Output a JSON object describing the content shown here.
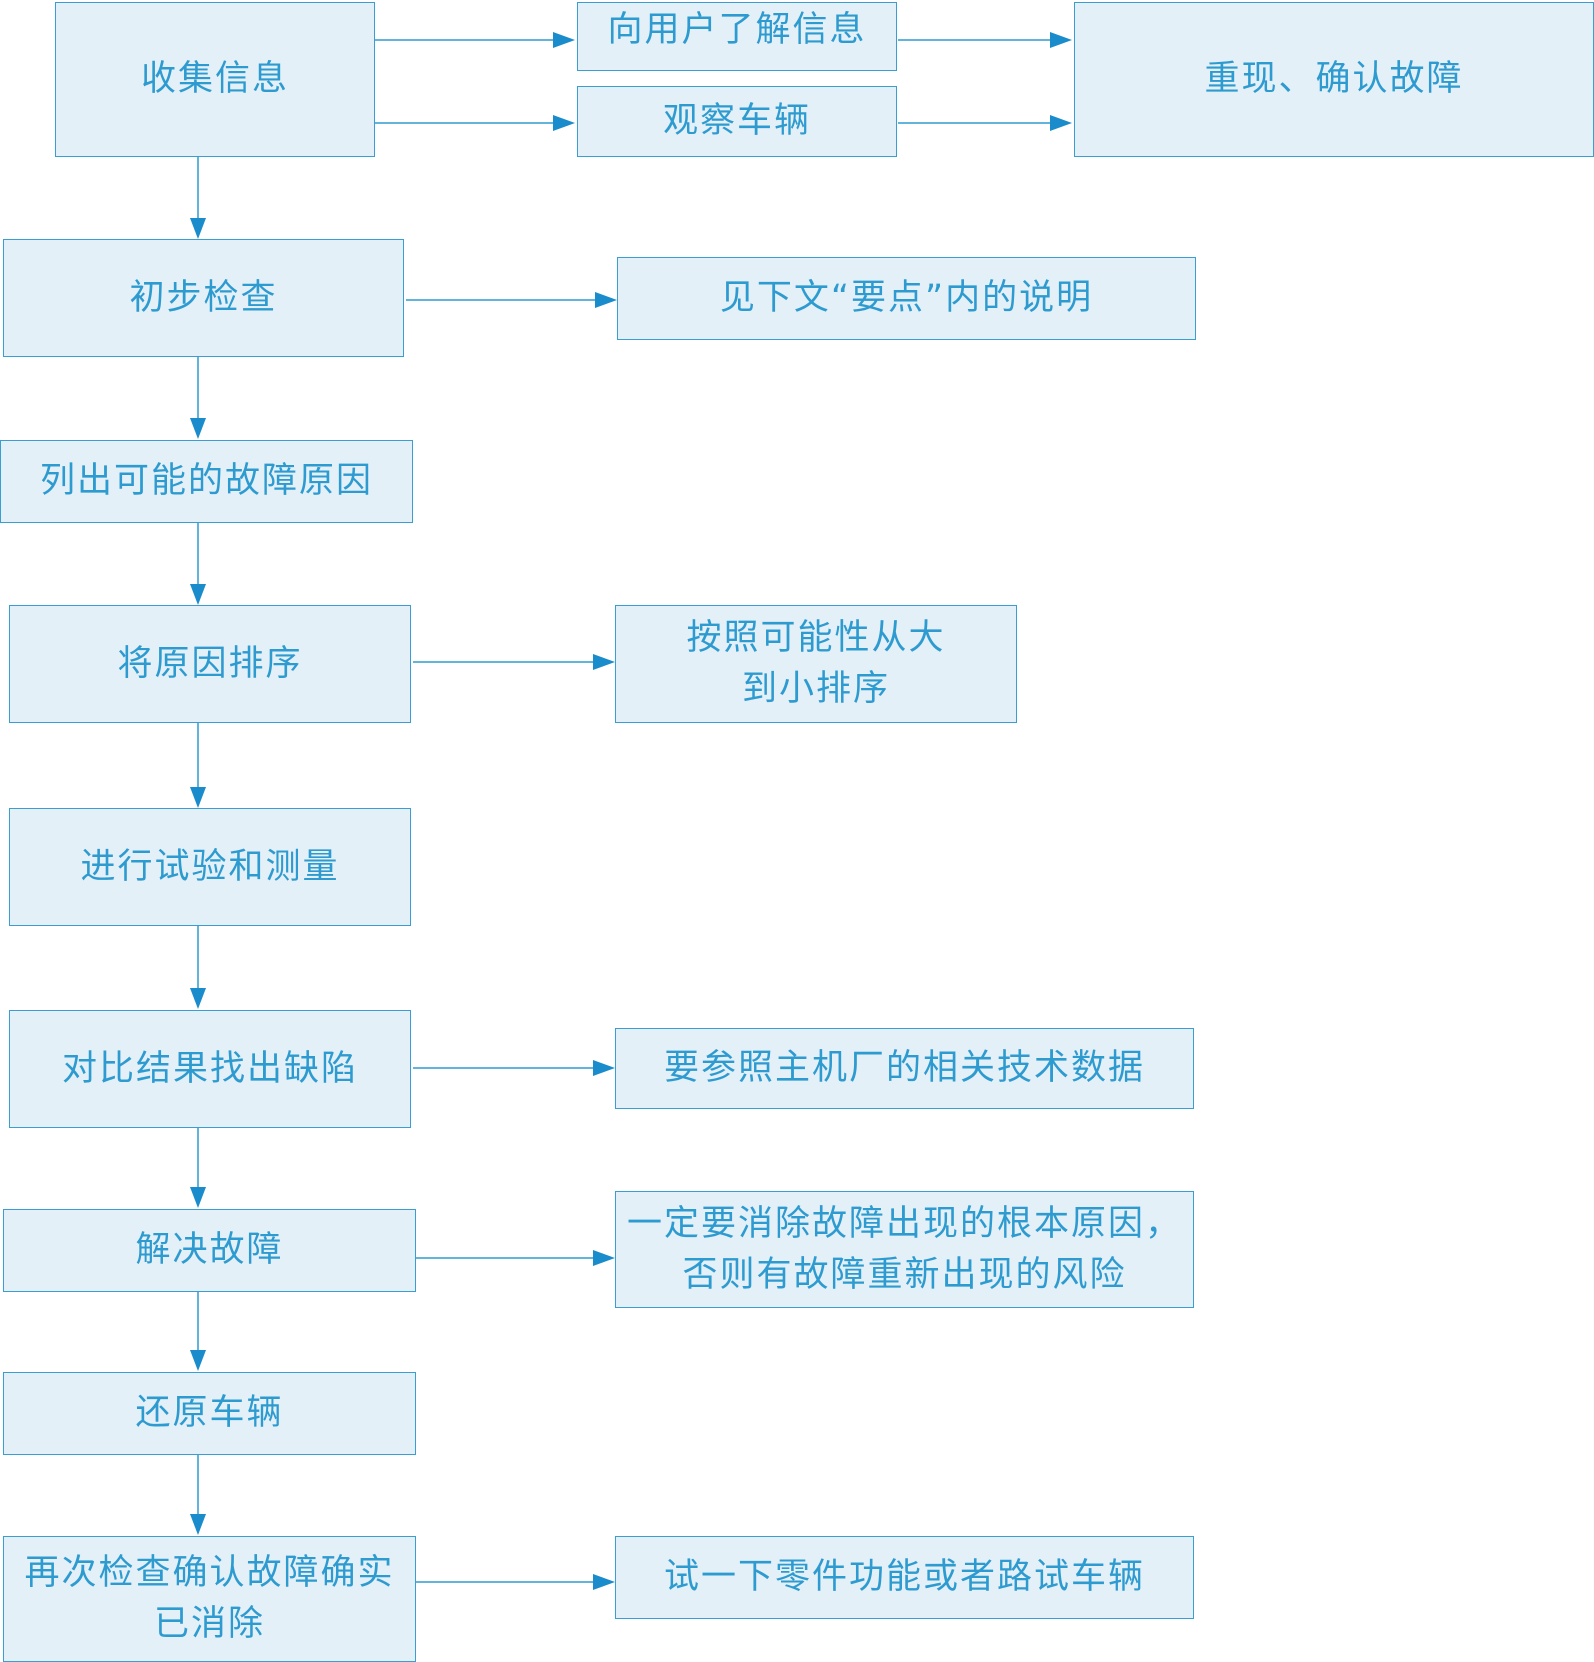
{
  "diagram": {
    "colors": {
      "box_fill": "#e3f0f8",
      "box_border": "#3a9ed3",
      "text": "#2e9bd0",
      "arrow": "#1a8ccc"
    },
    "nodes": {
      "collect_info": "收集信息",
      "ask_user": "向用户了解信息",
      "observe_vehicle": "观察车辆",
      "reproduce_fault": "重现、确认故障",
      "initial_check": "初步检查",
      "see_notes": "见下文“要点”内的说明",
      "list_causes": "列出可能的故障原因",
      "rank_causes": "将原因排序",
      "rank_note": "按照可能性从大\n到小排序",
      "test_measure": "进行试验和测量",
      "compare_results": "对比结果找出缺陷",
      "compare_note": "要参照主机厂的相关技术数据",
      "resolve_fault": "解决故障",
      "resolve_note": "一定要消除故障出现的根本原因，\n否则有故障重新出现的风险",
      "restore_vehicle": "还原车辆",
      "recheck": "再次检查确认故障确实\n已消除",
      "recheck_note": "试一下零件功能或者路试车辆"
    }
  }
}
